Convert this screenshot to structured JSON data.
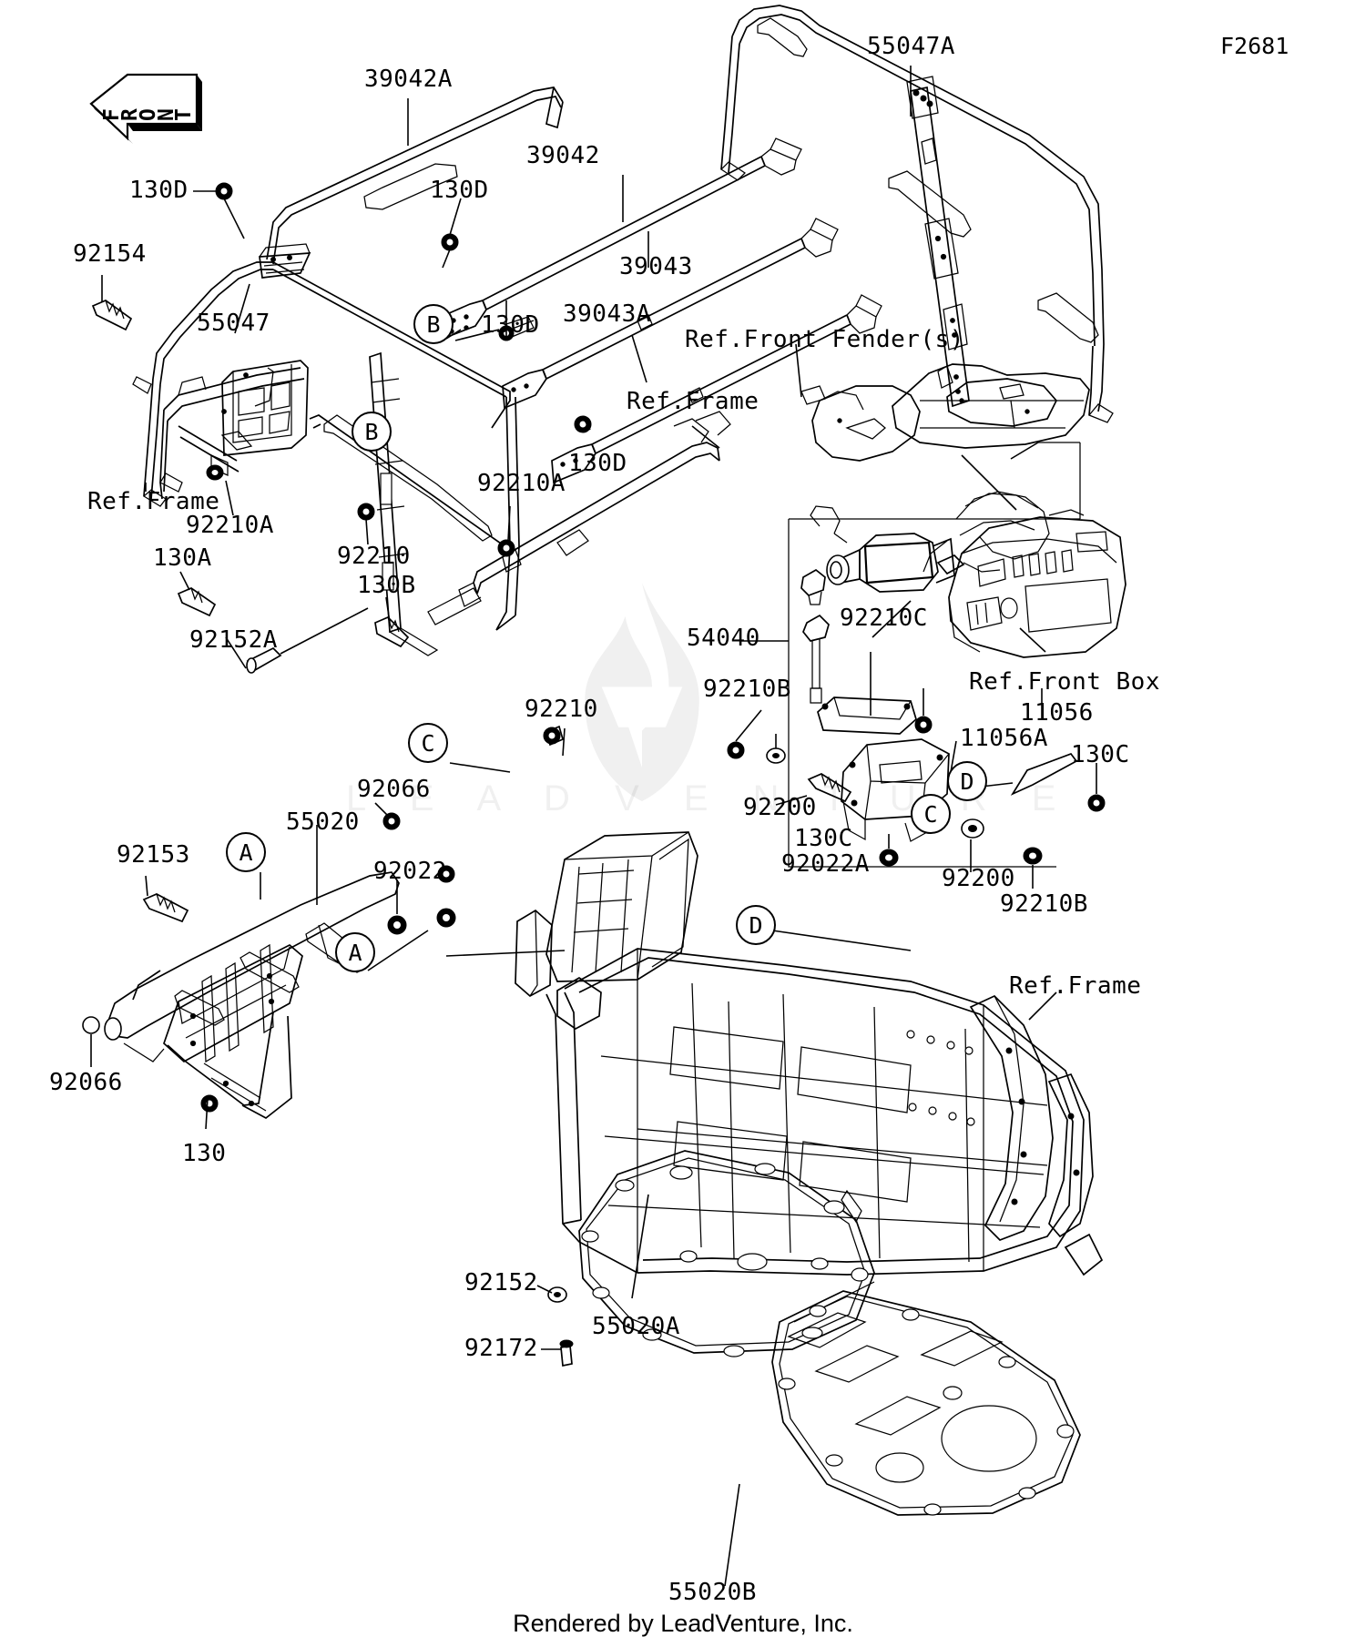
{
  "diagram": {
    "code": "F2681",
    "front_badge_text": "FRONT",
    "footer": "Rendered by LeadVenture, Inc.",
    "watermark_text": "L E A D V E N T U R E"
  },
  "callouts": [
    {
      "id": "cal-b-upper",
      "letter": "B"
    },
    {
      "id": "cal-b-lower",
      "letter": "B"
    },
    {
      "id": "cal-c-upper",
      "letter": "C"
    },
    {
      "id": "cal-c-lower",
      "letter": "C"
    },
    {
      "id": "cal-a-upper",
      "letter": "A"
    },
    {
      "id": "cal-a-lower",
      "letter": "A"
    },
    {
      "id": "cal-d-upper",
      "letter": "D"
    },
    {
      "id": "cal-d-lower",
      "letter": "D"
    }
  ],
  "labels": {
    "l_39042a": "39042A",
    "l_130d_1": "130D",
    "l_130d_2": "130D",
    "l_130d_3": "130D",
    "l_130d_4": "130D",
    "l_39042": "39042",
    "l_39043": "39043",
    "l_39043a": "39043A",
    "l_55047a": "55047A",
    "l_92154": "92154",
    "l_55047": "55047",
    "l_ref_frame_1": "Ref.Frame",
    "l_ref_frame_2": "Ref.Frame",
    "l_ref_frame_3": "Ref.Frame",
    "l_ref_front_fenders": "Ref.Front Fender(s)",
    "l_ref_front_box": "Ref.Front Box",
    "l_92210a_1": "92210A",
    "l_92210a_2": "92210A",
    "l_130a": "130A",
    "l_92152a": "92152A",
    "l_92210_1": "92210",
    "l_130b": "130B",
    "l_92210_2": "92210",
    "l_54040": "54040",
    "l_92210c": "92210C",
    "l_92210b_1": "92210B",
    "l_92210b_2": "92210B",
    "l_92200_1": "92200",
    "l_92200_2": "92200",
    "l_130c_1": "130C",
    "l_130c_2": "130C",
    "l_92022a": "92022A",
    "l_11056": "11056",
    "l_11056a": "11056A",
    "l_92066_1": "92066",
    "l_92066_2": "92066",
    "l_92022": "92022",
    "l_55020": "55020",
    "l_92153": "92153",
    "l_130": "130",
    "l_92152": "92152",
    "l_92172": "92172",
    "l_55020a": "55020A",
    "l_55020b": "55020B"
  }
}
